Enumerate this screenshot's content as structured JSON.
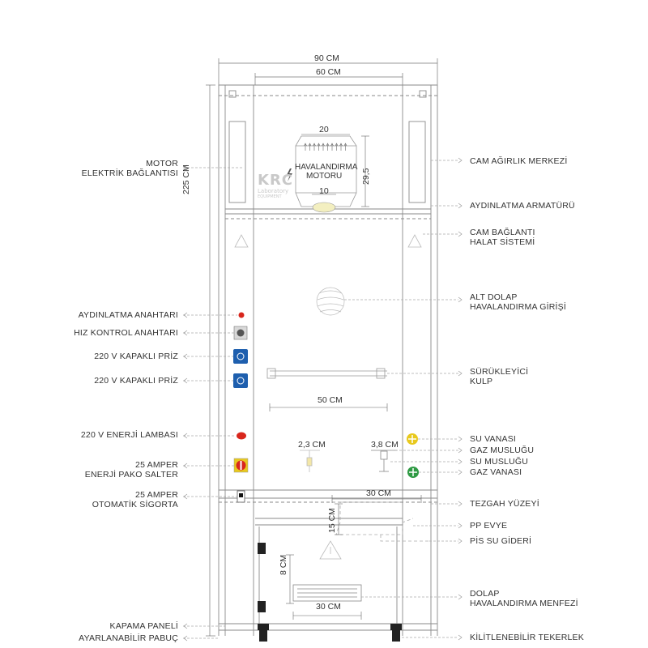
{
  "logo": {
    "main": "KRC",
    "sub": "Laboratory",
    "sub2": "EQUIPMENT"
  },
  "dimensions": {
    "total_width": "90 CM",
    "inner_width": "60 CM",
    "height": "225 CM",
    "fan_width": "20",
    "fan_height": "29,5",
    "fan_outlet": "10",
    "handle_width": "50 CM",
    "tap1": "2,3 CM",
    "tap2": "3,8 CM",
    "counter_width": "30 CM",
    "sink_depth": "15 CM",
    "vent_height": "8 CM",
    "vent_width": "30 CM"
  },
  "fan_label": [
    "HAVALANDIRMA",
    "MOTORU"
  ],
  "left_labels": [
    {
      "id": "motor",
      "lines": [
        "MOTOR",
        "ELEKTRİK BAĞLANTISI"
      ]
    },
    {
      "id": "aydinlatma-anahtari",
      "lines": [
        "AYDINLATMA ANAHTARI"
      ]
    },
    {
      "id": "hiz-kontrol",
      "lines": [
        "HIZ KONTROL ANAHTARI"
      ]
    },
    {
      "id": "priz-1",
      "lines": [
        "220 V KAPAKLI PRİZ"
      ]
    },
    {
      "id": "priz-2",
      "lines": [
        "220 V KAPAKLI PRİZ"
      ]
    },
    {
      "id": "enerji-lambasi",
      "lines": [
        "220 V ENERJİ LAMBASI"
      ]
    },
    {
      "id": "pako-salter",
      "lines": [
        "25 AMPER",
        "ENERJİ PAKO SALTER"
      ]
    },
    {
      "id": "sigorta",
      "lines": [
        "25 AMPER",
        "OTOMATİK SİGORTA"
      ]
    },
    {
      "id": "kapama-paneli",
      "lines": [
        "KAPAMA PANELİ"
      ]
    },
    {
      "id": "pabuc",
      "lines": [
        "AYARLANABİLİR PABUÇ"
      ]
    }
  ],
  "right_labels": [
    {
      "id": "cam-agirlik",
      "lines": [
        "CAM AĞIRLIK MERKEZİ"
      ]
    },
    {
      "id": "aydinlatma-armaturu",
      "lines": [
        "AYDINLATMA ARMATÜRÜ"
      ]
    },
    {
      "id": "cam-baglanti",
      "lines": [
        "CAM BAĞLANTI",
        "HALAT SİSTEMİ"
      ]
    },
    {
      "id": "alt-dolap",
      "lines": [
        "ALT DOLAP",
        "HAVALANDIRMA GİRİŞİ"
      ]
    },
    {
      "id": "kulp",
      "lines": [
        "SÜRÜKLEYİCİ",
        "KULP"
      ]
    },
    {
      "id": "su-vanasi",
      "lines": [
        "SU VANASI"
      ]
    },
    {
      "id": "gaz-muslugu",
      "lines": [
        "GAZ MUSLUĞU"
      ]
    },
    {
      "id": "su-muslugu",
      "lines": [
        "SU MUSLUĞU"
      ]
    },
    {
      "id": "gaz-vanasi",
      "lines": [
        "GAZ VANASI"
      ]
    },
    {
      "id": "tezgah",
      "lines": [
        "TEZGAH YÜZEYİ"
      ]
    },
    {
      "id": "pp-evye",
      "lines": [
        "PP EVYE"
      ]
    },
    {
      "id": "pis-su",
      "lines": [
        "PİS SU GİDERİ"
      ]
    },
    {
      "id": "dolap-menfez",
      "lines": [
        "DOLAP",
        "HAVALANDIRMA MENFEZİ"
      ]
    },
    {
      "id": "tekerlek",
      "lines": [
        "KİLİTLENEBİLİR TEKERLEK"
      ]
    }
  ],
  "colors": {
    "line": "#8a8a8a",
    "dash": "#aaaaaa",
    "red": "#d8261c",
    "blue": "#1e5fae",
    "yellow": "#e8c91e",
    "green": "#2f9a44"
  }
}
